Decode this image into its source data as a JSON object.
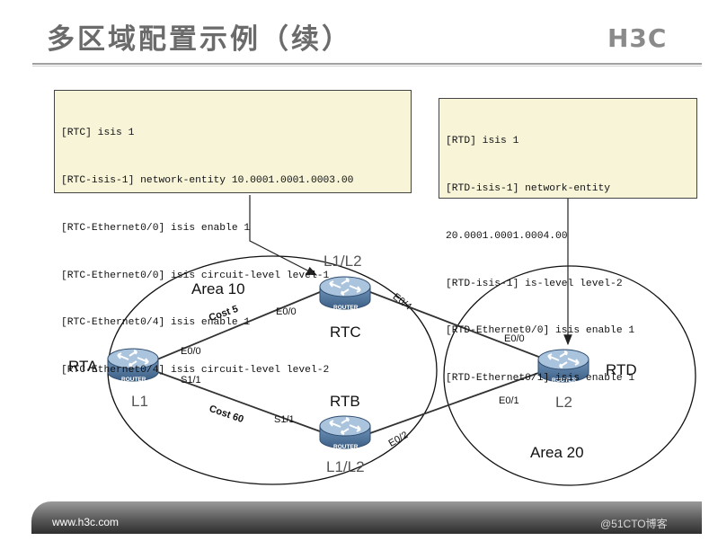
{
  "header": {
    "title": "多区域配置示例（续）",
    "logo": "H3C"
  },
  "config": {
    "rtc": [
      "[RTC] isis 1",
      "[RTC-isis-1] network-entity 10.0001.0001.0003.00",
      "[RTC-Ethernet0/0] isis enable 1",
      "[RTC-Ethernet0/0] isis circuit-level level-1",
      "[RTC-Ethernet0/4] isis enable 1",
      "[RTC-Ethernet0/4] isis circuit-level level-2"
    ],
    "rtd": [
      "[RTD] isis 1",
      "[RTD-isis-1] network-entity",
      "20.0001.0001.0004.00",
      "[RTD-isis-1] is-level level-2",
      "[RTD-Ethernet0/0] isis enable 1",
      "[RTD-Ethernet0/1] isis enable 1"
    ]
  },
  "topology": {
    "area_left": "Area 10",
    "area_right": "Area 20",
    "router_badge": "ROUTER",
    "rta": {
      "name": "RTA",
      "level": "L1"
    },
    "rtb": {
      "name": "RTB",
      "level": "L1/L2"
    },
    "rtc": {
      "name": "RTC",
      "level": "L1/L2"
    },
    "rtd": {
      "name": "RTD",
      "level": "L2"
    },
    "links": {
      "rta_rtc": {
        "cost": "Cost  5",
        "port_rta": "E0/0",
        "port_rtc": "E0/0"
      },
      "rta_rtb": {
        "cost": "Cost  60",
        "port_rta": "S1/1",
        "port_rtb": "S1/1"
      },
      "rtc_rtd": {
        "port_rtc": "E0/4",
        "port_rtd": "E0/0"
      },
      "rtb_rtd": {
        "port_rtb": "E0/2",
        "port_rtd": "E0/1"
      }
    }
  },
  "footer": {
    "url": "www.h3c.com",
    "watermark": "@51CTO博客"
  },
  "colors": {
    "router_body": "#5a7fa8",
    "router_top": "#a9c3dd",
    "config_bg": "#f7f4d8"
  }
}
